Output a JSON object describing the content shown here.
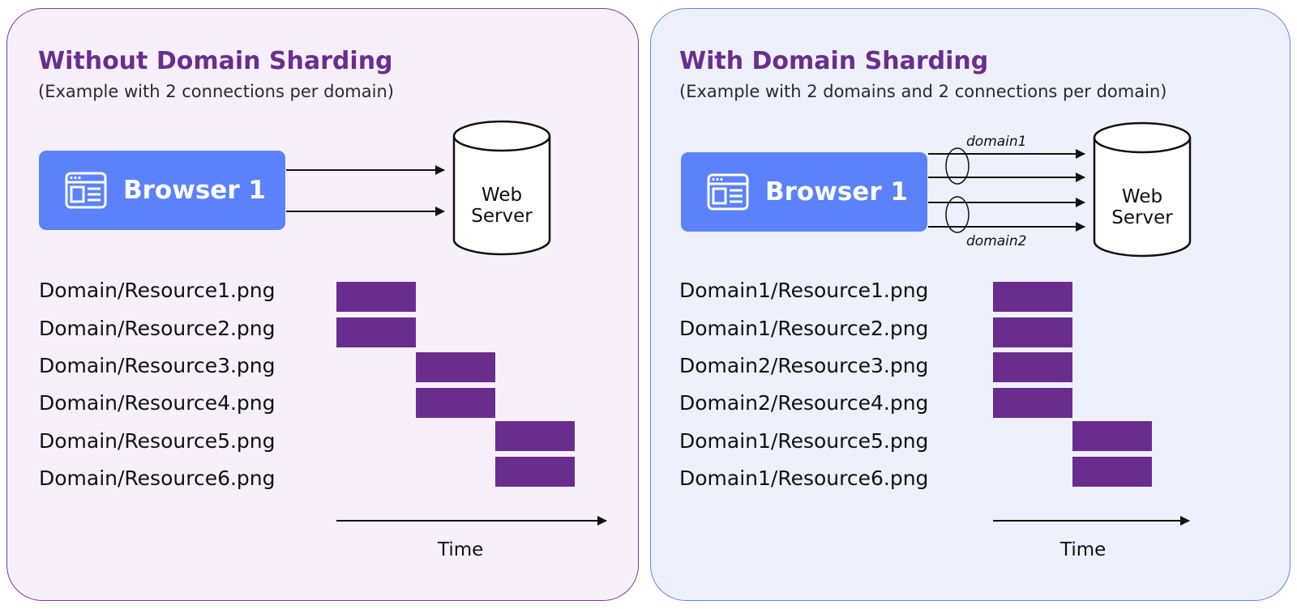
{
  "left_panel": {
    "title": "Without Domain Sharding",
    "subtitle": "(Example with 2 connections per domain)",
    "browser_label": "Browser 1",
    "server_label_line1": "Web",
    "server_label_line2": "Server",
    "resources": [
      {
        "label": "Domain/Resource1.png",
        "slot": 0
      },
      {
        "label": "Domain/Resource2.png",
        "slot": 0
      },
      {
        "label": "Domain/Resource3.png",
        "slot": 1
      },
      {
        "label": "Domain/Resource4.png",
        "slot": 1
      },
      {
        "label": "Domain/Resource5.png",
        "slot": 2
      },
      {
        "label": "Domain/Resource6.png",
        "slot": 2
      }
    ],
    "time_label": "Time"
  },
  "right_panel": {
    "title": "With Domain Sharding",
    "subtitle": "(Example with 2 domains and 2 connections per domain)",
    "browser_label": "Browser 1",
    "server_label_line1": "Web",
    "server_label_line2": "Server",
    "domain1_label": "domain1",
    "domain2_label": "domain2",
    "resources": [
      {
        "label": "Domain1/Resource1.png",
        "slot": 0
      },
      {
        "label": "Domain1/Resource2.png",
        "slot": 0
      },
      {
        "label": "Domain2/Resource3.png",
        "slot": 0
      },
      {
        "label": "Domain2/Resource4.png",
        "slot": 0
      },
      {
        "label": "Domain1/Resource5.png",
        "slot": 1
      },
      {
        "label": "Domain1/Resource6.png",
        "slot": 1
      }
    ],
    "time_label": "Time"
  },
  "colors": {
    "title": "#6a2d90",
    "bar": "#6a2d8e",
    "browser": "#5b82fb",
    "left_panel_bg": "#f7f0fb",
    "right_panel_bg": "#eef1fc"
  },
  "icons": {
    "browser": "browser-window-icon",
    "server": "database-cylinder-icon"
  }
}
